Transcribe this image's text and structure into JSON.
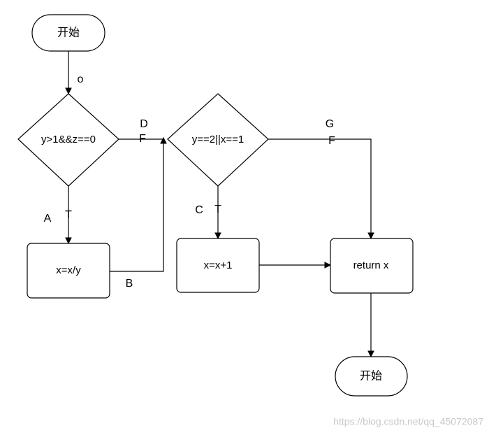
{
  "nodes": {
    "start": "开始",
    "cond1": "y>1&&z==0",
    "assign1": "x=x/y",
    "cond2": "y==2||x==1",
    "assign2": "x=x+1",
    "ret": "return x",
    "end": "开始"
  },
  "edge_labels": {
    "o": "o",
    "a": "A",
    "t1": "T",
    "d": "D",
    "f1": "F",
    "b": "B",
    "c": "C",
    "t2": "T",
    "g": "G",
    "f2": "F"
  },
  "watermark": "https://blog.csdn.net/qq_45072087"
}
